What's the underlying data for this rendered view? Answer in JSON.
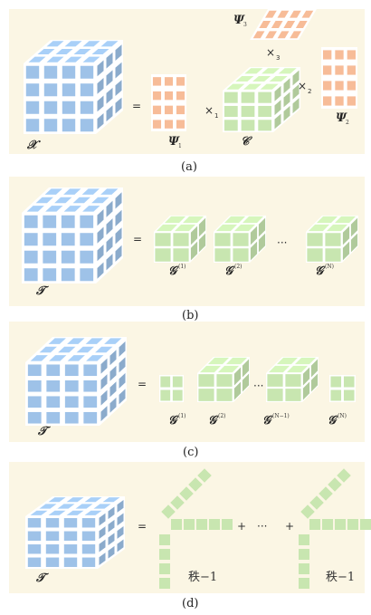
{
  "colors": {
    "tensor_blue": "#9ec2e8",
    "core_green": "#c8e6b0",
    "factor_orange": "#f7bc98",
    "panel_bg": "#fbf6e4"
  },
  "panels": [
    {
      "caption": "(a)",
      "tensor_symbol": "𝒳",
      "equals": "=",
      "factor1_symbol": "Ψ",
      "factor1_sub": "1",
      "mult1": "×",
      "mult1_sub": "1",
      "core_symbol": "𝒞",
      "factor2_symbol": "Ψ",
      "factor2_sub": "2",
      "mult2": "×",
      "mult2_sub": "2",
      "factor3_symbol": "Ψ",
      "factor3_sub": "3",
      "mult3": "×",
      "mult3_sub": "3"
    },
    {
      "caption": "(b)",
      "tensor_symbol": "𝒯",
      "equals": "=",
      "ellipsis": "···",
      "cores": [
        {
          "symbol": "𝒢",
          "sup": "(1)"
        },
        {
          "symbol": "𝒢",
          "sup": "(2)"
        },
        {
          "symbol": "𝒢",
          "sup": "(N)"
        }
      ]
    },
    {
      "caption": "(c)",
      "tensor_symbol": "𝒯",
      "equals": "=",
      "ellipsis": "···",
      "cores": [
        {
          "symbol": "𝒢",
          "sup": "(1)"
        },
        {
          "symbol": "𝒢",
          "sup": "(2)"
        },
        {
          "symbol": "𝒢",
          "sup": "(N−1)"
        },
        {
          "symbol": "𝒢",
          "sup": "(N)"
        }
      ]
    },
    {
      "caption": "(d)",
      "tensor_symbol": "𝒯",
      "equals": "=",
      "plus1": "+",
      "ellipsis": "···",
      "plus2": "+",
      "rank1_label": "秩−1",
      "rank2_label": "秩−1"
    }
  ]
}
